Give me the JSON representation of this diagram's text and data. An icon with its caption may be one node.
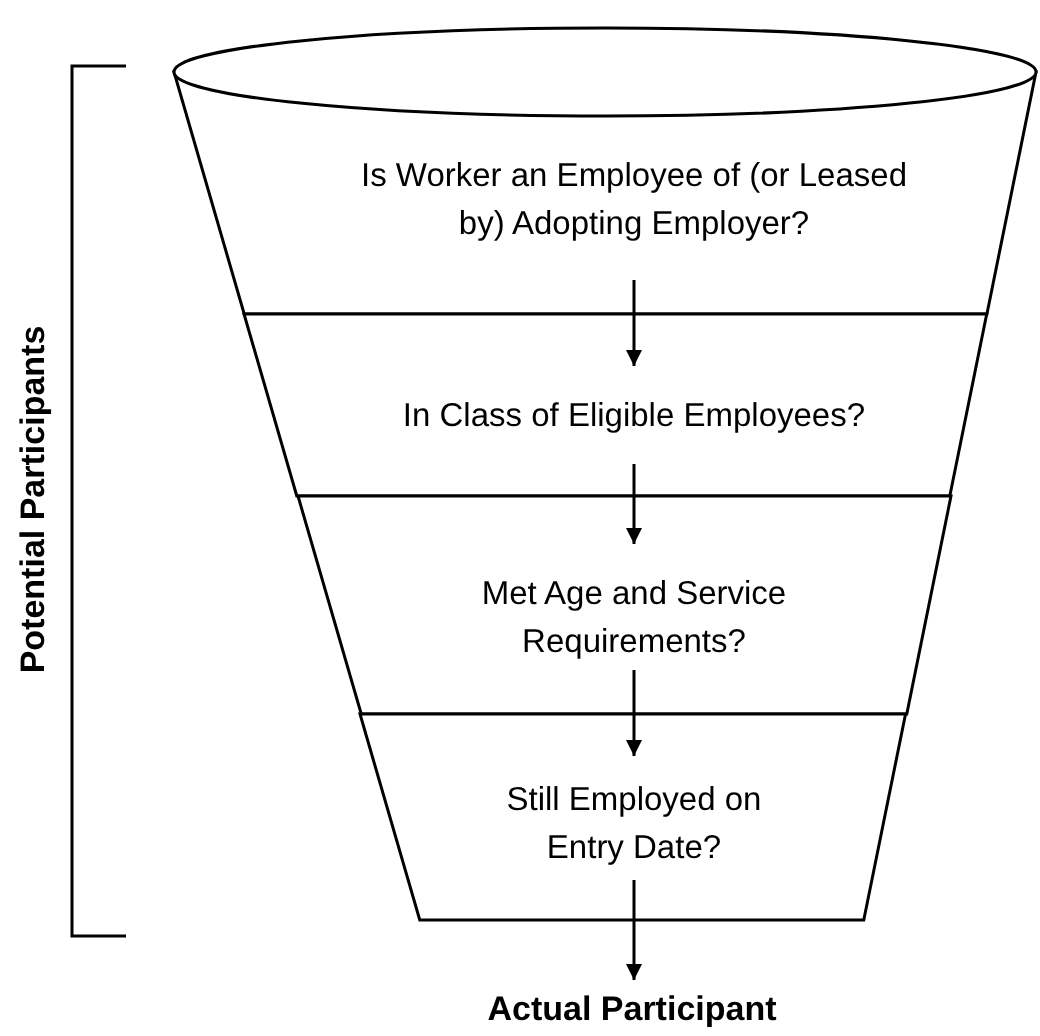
{
  "diagram": {
    "nodes": [
      {
        "text": [
          "Is Worker an Employee of (or Leased by) Adopting Employer?"
        ]
      },
      {
        "text": [
          "In Class of Eligible Employees?"
        ]
      },
      {
        "text": [
          "Met Age and Service Requirements?"
        ]
      },
      {
        "text": [
          "Still Employed on Entry Date?"
        ]
      },
      {
        "text": [
          "Actual Participant"
        ]
      }
    ],
    "edges": [
      {
        "from": 0,
        "to": 1,
        "arrow": "to"
      },
      {
        "from": 1,
        "to": 2,
        "arrow": "to"
      },
      {
        "from": 2,
        "to": 3,
        "arrow": "to"
      },
      {
        "from": 3,
        "to": 4,
        "arrow": "to"
      }
    ],
    "labels": [
      "Potential Participants"
    ]
  }
}
